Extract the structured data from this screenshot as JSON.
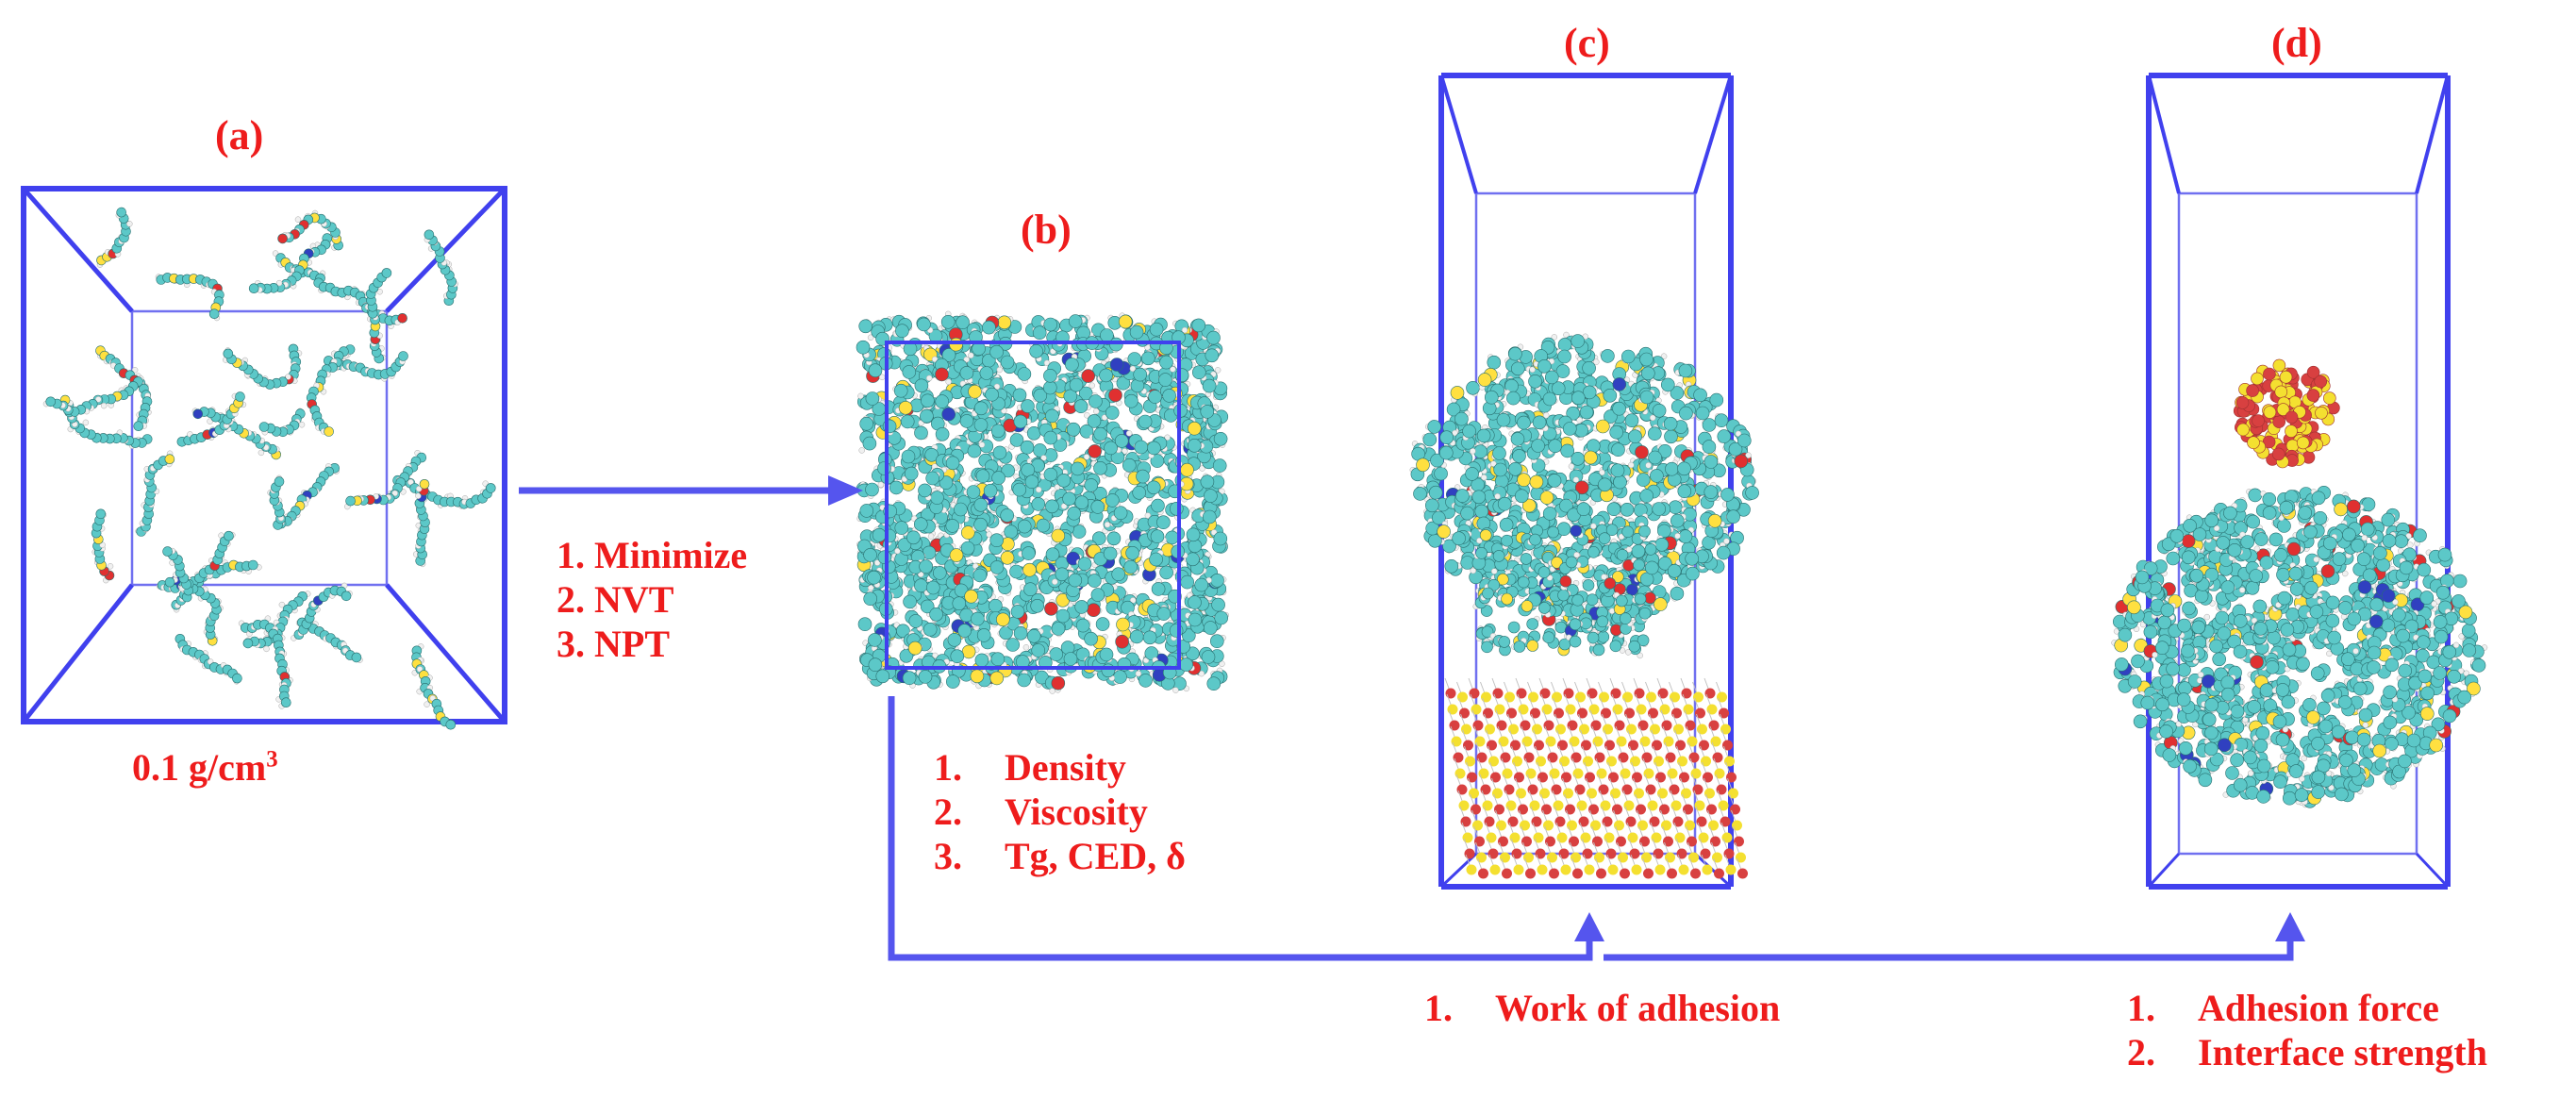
{
  "panels": {
    "a": {
      "label": "(a)",
      "density_value": "0.1 g/cm",
      "density_sup": "3"
    },
    "b": {
      "label": "(b)"
    },
    "c": {
      "label": "(c)"
    },
    "d": {
      "label": "(d)"
    }
  },
  "step_a_to_b": [
    "1. Minimize",
    "2. NVT",
    "3. NPT"
  ],
  "properties_b": [
    {
      "num": "1.",
      "text": "Density"
    },
    {
      "num": "2.",
      "text": "Viscosity"
    },
    {
      "num": "3.",
      "text": "Tg, CED, δ"
    }
  ],
  "properties_c": [
    {
      "num": "1.",
      "text": "Work of adhesion"
    }
  ],
  "properties_d": [
    {
      "num": "1.",
      "text": "Adhesion force"
    },
    {
      "num": "2.",
      "text": "Interface strength"
    }
  ],
  "colors": {
    "box": "#4040ee",
    "arrow": "#5555ee",
    "label": "#ee1c1c",
    "carbon": "#5cc8c8",
    "hydrogen": "#f0f0f0",
    "sulfur": "#ffe040",
    "oxygen": "#e03030",
    "silica_red": "#d84040",
    "silica_yellow": "#f4e030"
  }
}
